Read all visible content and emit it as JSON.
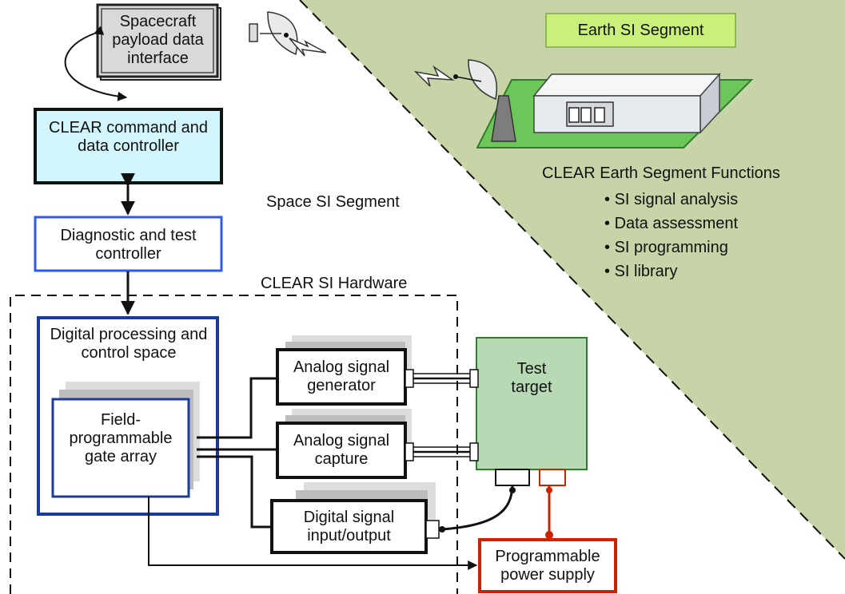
{
  "segments": {
    "earth_title": "Earth SI Segment",
    "space_label": "Space SI Segment",
    "hardware_label": "CLEAR SI Hardware"
  },
  "earth_functions": {
    "title": "CLEAR Earth Segment Functions",
    "items": [
      "SI signal analysis",
      "Data assessment",
      "SI programming",
      "SI library"
    ]
  },
  "blocks": {
    "spacecraft_interface": "Spacecraft payload data interface",
    "command_controller": "CLEAR command and data controller",
    "diagnostic_controller": "Diagnostic and test controller",
    "digital_processing": "Digital processing and control space",
    "fpga": "Field-programmable gate array",
    "analog_generator": "Analog signal generator",
    "analog_capture": "Analog signal capture",
    "digital_io": "Digital signal input/output",
    "test_target": "Test target",
    "power_supply": "Programmable power supply"
  },
  "colors": {
    "earth_region": "#c6d4a8",
    "ground_plate": "#6dc65a",
    "test_target_fill": "#b7d9b3",
    "command_fill": "#d2f6fb",
    "diagnostic_border": "#2f59f0",
    "processing_border": "#1c3a9e",
    "power_border": "#cc2200"
  },
  "icons": [
    "satellite-dish-icon",
    "lightning-bolt-icon",
    "building-icon",
    "antenna-tower-icon"
  ]
}
